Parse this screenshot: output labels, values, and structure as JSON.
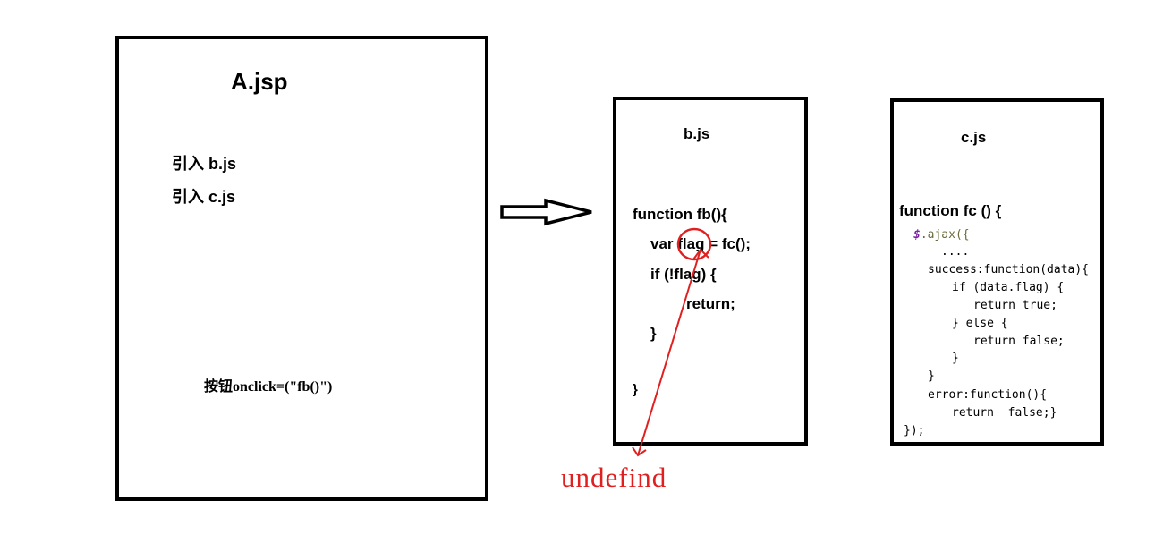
{
  "panel_a": {
    "title": "A.jsp",
    "include_b": "引入 b.js",
    "include_c": "引入 c.js",
    "button_text": "按钮onclick=(\"fb()\")"
  },
  "panel_b": {
    "title": "b.js",
    "code": [
      "function fb(){",
      "var flag = fc();",
      "if (!flag) {",
      "return;",
      "}",
      "}"
    ]
  },
  "panel_c": {
    "title": "c.js",
    "signature": "function fc () {",
    "ajax_dollar": "$",
    "ajax_call": ".ajax({",
    "code": [
      "....",
      "success:function(data){",
      "if (data.flag) {",
      "return true;",
      "} else {",
      "return false;",
      "}",
      "}",
      "error:function(){",
      "return  false;}",
      "});"
    ]
  },
  "annotation": {
    "text": "undefind",
    "color": "#e02020"
  }
}
